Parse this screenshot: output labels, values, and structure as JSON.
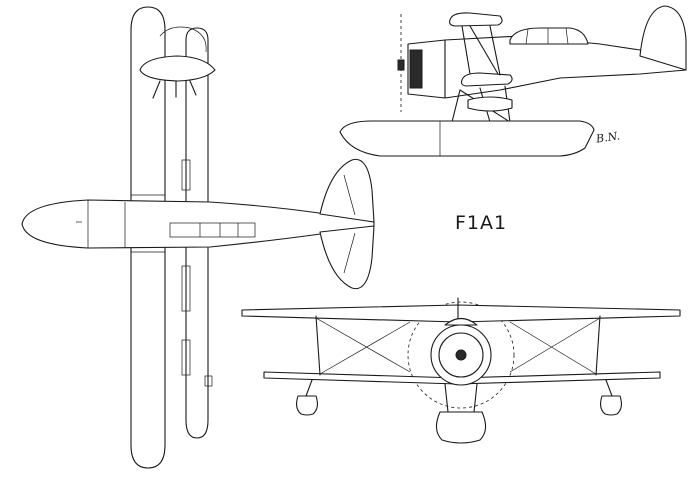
{
  "diagram": {
    "designation": "F1A1",
    "signature": "B.N.",
    "views": [
      "top-view",
      "side-view",
      "front-view"
    ]
  }
}
